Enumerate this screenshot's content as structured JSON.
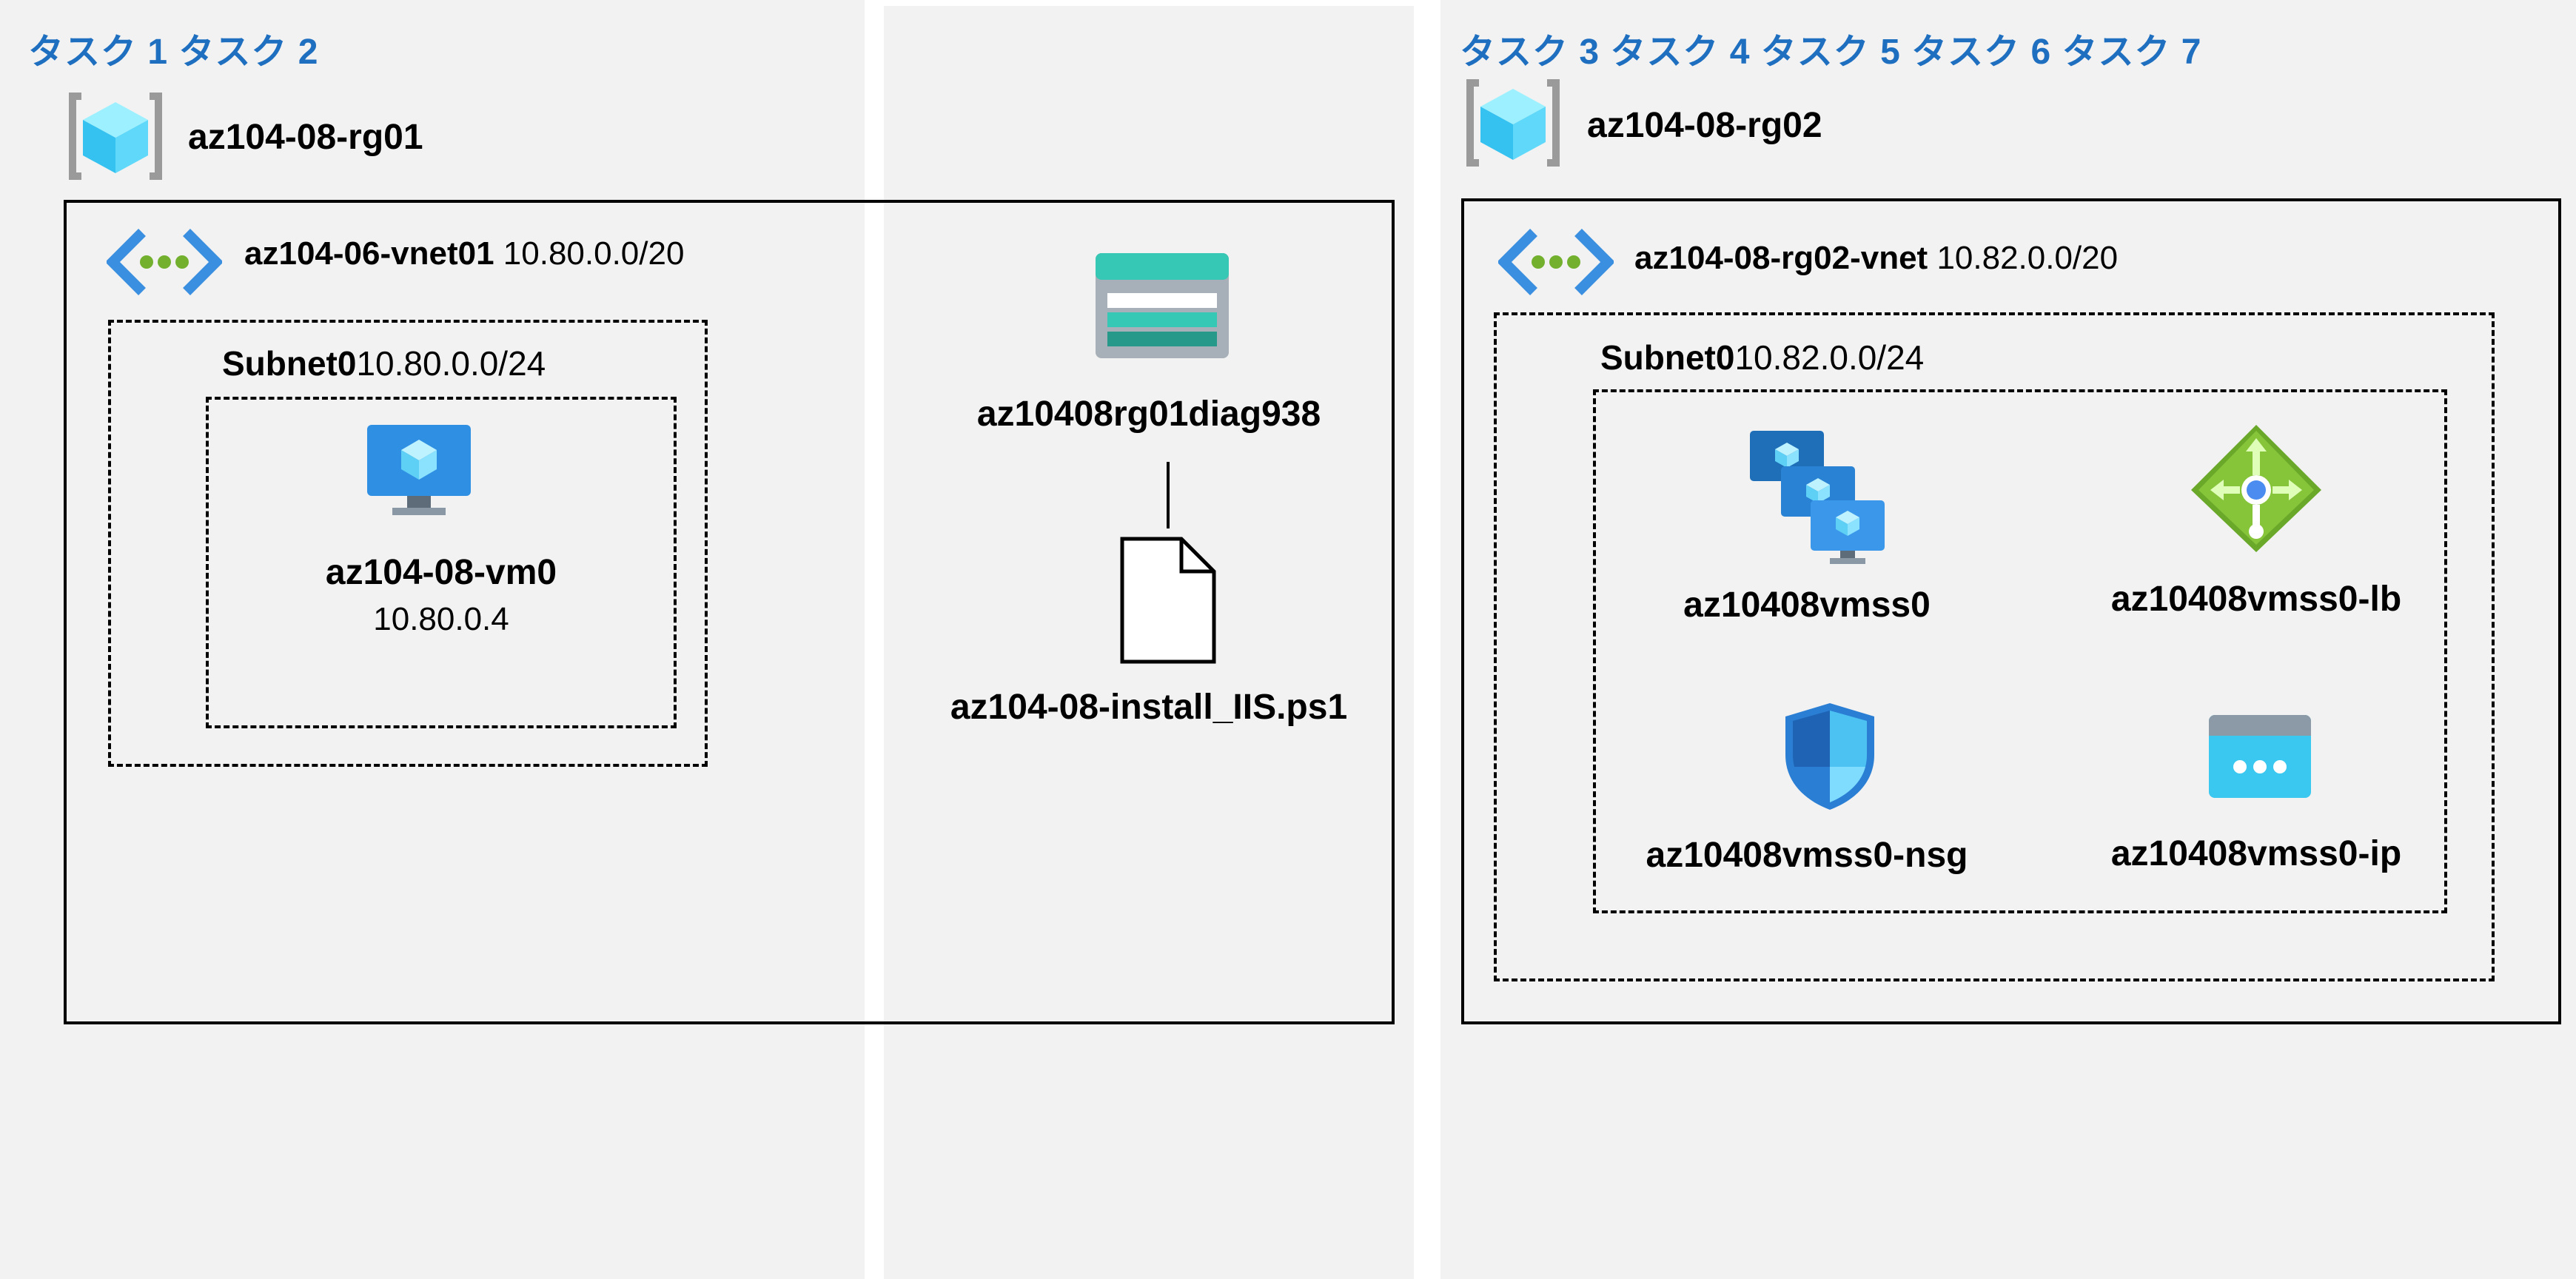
{
  "left": {
    "tasks": "タスク 1 タスク 2",
    "resource_group": "az104-08-rg01",
    "vnet": {
      "name": "az104-06-vnet01",
      "cidr": "10.80.0.0/20"
    },
    "subnet": {
      "name": "Subnet0",
      "cidr": "10.80.0.0/24"
    },
    "vm": {
      "name": "az104-08-vm0",
      "ip": "10.80.0.4"
    }
  },
  "middle": {
    "storage": {
      "name": "az10408rg01diag938"
    },
    "script": {
      "name": "az104-08-install_IIS.ps1"
    }
  },
  "right": {
    "tasks": "タスク 3 タスク 4 タスク 5 タスク 6 タスク 7",
    "resource_group": "az104-08-rg02",
    "vnet": {
      "name": "az104-08-rg02-vnet",
      "cidr": "10.82.0.0/20"
    },
    "subnet": {
      "name": "Subnet0",
      "cidr": "10.82.0.0/24"
    },
    "resources": {
      "vmss": "az10408vmss0",
      "lb": "az10408vmss0-lb",
      "nsg": "az10408vmss0-nsg",
      "ip": "az10408vmss0-ip"
    }
  }
}
